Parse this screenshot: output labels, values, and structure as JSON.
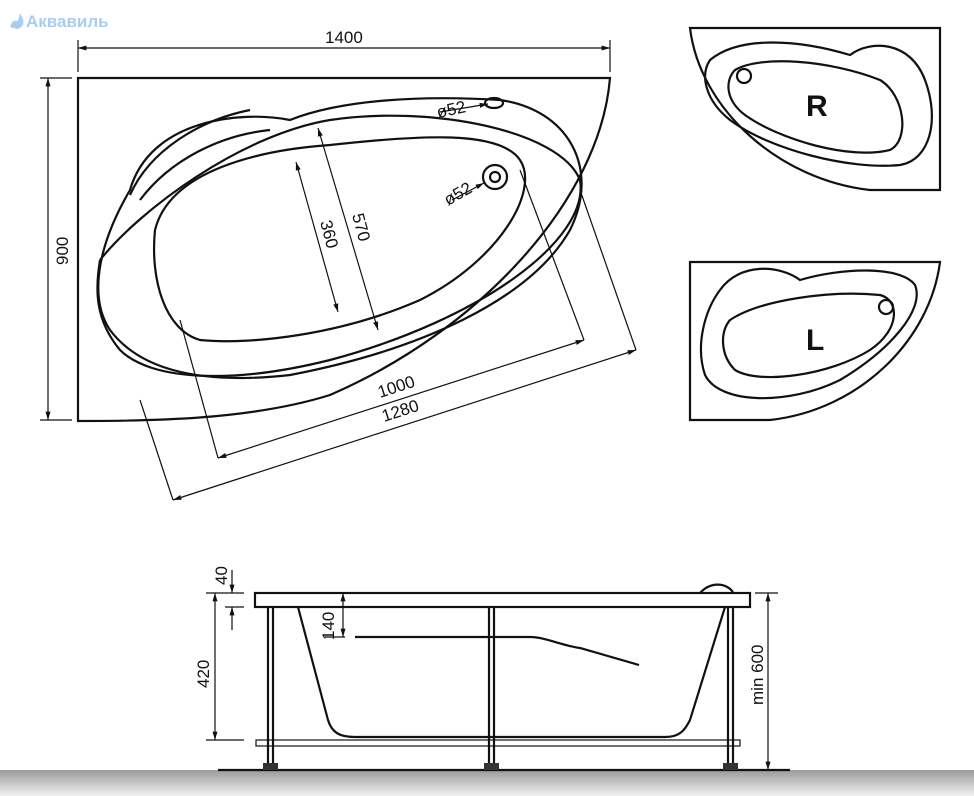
{
  "logo": {
    "text": "Аквавиль",
    "color": "#a9cdf0"
  },
  "top_view": {
    "width_label": "1400",
    "depth_label": "900",
    "inner_width_label": "570",
    "bottom_width_label": "360",
    "overflow_label": "ø52",
    "drain_label": "ø52",
    "inner_length_label": "1000",
    "outer_length_label": "1280"
  },
  "variants": {
    "right_label": "R",
    "left_label": "L"
  },
  "side_view": {
    "rim_label": "40",
    "overflow_depth_label": "140",
    "depth_label": "420",
    "height_label": "min 600"
  }
}
